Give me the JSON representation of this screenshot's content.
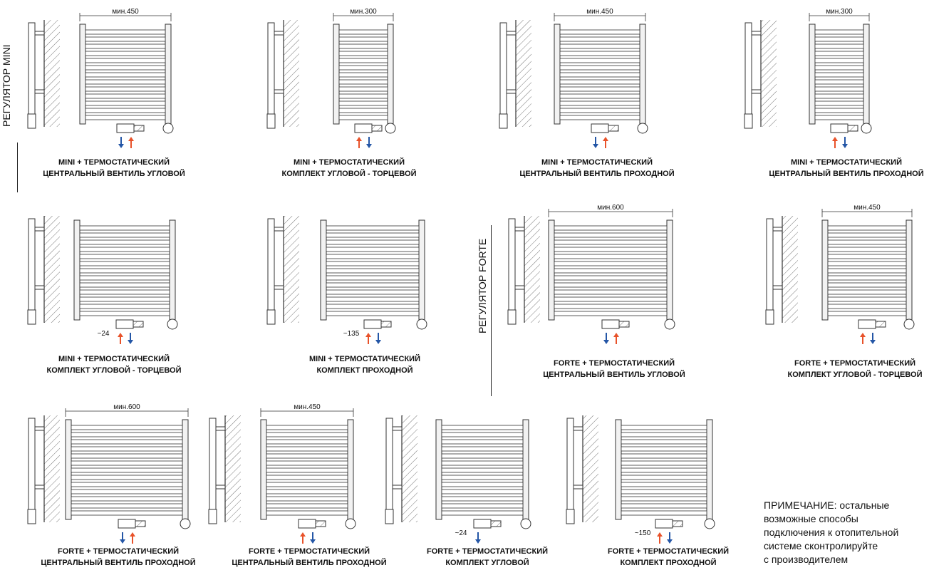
{
  "section_labels": {
    "mini": "РЕГУЛЯТОР MINI",
    "forte": "РЕГУЛЯТОР FORTE"
  },
  "diagrams": [
    {
      "dim": "мин.450",
      "caption": [
        "MINI + ТЕРМОСТАТИЧЕСКИЙ",
        "ЦЕНТРАЛЬНЫЙ ВЕНТИЛЬ УГЛОВОЙ"
      ],
      "arrows": [
        "down-blue",
        "up-red"
      ]
    },
    {
      "dim": "мин.300",
      "caption": [
        "MINI + ТЕРМОСТАТИЧЕСКИЙ",
        "КОМПЛЕКТ УГЛОВОЙ - ТОРЦЕВОЙ"
      ],
      "arrows": [
        "up-red",
        "down-blue"
      ]
    },
    {
      "dim": "мин.450",
      "caption": [
        "MINI + ТЕРМОСТАТИЧЕСКИЙ",
        "ЦЕНТРАЛЬНЫЙ ВЕНТИЛЬ ПРОХОДНОЙ"
      ],
      "arrows": [
        "down-blue",
        "up-red"
      ]
    },
    {
      "dim": "мин.300",
      "caption": [
        "MINI + ТЕРМОСТАТИЧЕСКИЙ",
        "ЦЕНТРАЛЬНЫЙ ВЕНТИЛЬ ПРОХОДНОЙ"
      ],
      "arrows": [
        "up-red",
        "down-blue"
      ]
    },
    {
      "dim": "",
      "offset": "~24",
      "caption": [
        "MINI + ТЕРМОСТАТИЧЕСКИЙ",
        "КОМПЛЕКТ УГЛОВОЙ - ТОРЦЕВОЙ"
      ],
      "arrows": [
        "up-red",
        "down-blue"
      ]
    },
    {
      "dim": "",
      "offset": "~135",
      "caption": [
        "MINI + ТЕРМОСТАТИЧЕСКИЙ",
        "КОМПЛЕКТ  ПРОХОДНОЙ"
      ],
      "arrows": [
        "up-red",
        "down-blue"
      ]
    },
    {
      "dim": "мин.600",
      "caption": [
        "FORTE + ТЕРМОСТАТИЧЕСКИЙ",
        "ЦЕНТРАЛЬНЫЙ ВЕНТИЛЬ УГЛОВОЙ"
      ],
      "arrows": [
        "down-blue",
        "up-red"
      ]
    },
    {
      "dim": "мин.450",
      "caption": [
        "FORTE + ТЕРМОСТАТИЧЕСКИЙ",
        "КОМПЛЕКТ УГЛОВОЙ - ТОРЦЕВОЙ"
      ],
      "arrows": [
        "up-red",
        "down-blue"
      ]
    },
    {
      "dim": "мин.600",
      "caption": [
        "FORTE + ТЕРМОСТАТИЧЕСКИЙ",
        "ЦЕНТРАЛЬНЫЙ ВЕНТИЛЬ ПРОХОДНОЙ"
      ],
      "arrows": [
        "down-blue",
        "up-red"
      ]
    },
    {
      "dim": "мин.450",
      "caption": [
        "FORTE + ТЕРМОСТАТИЧЕСКИЙ",
        "ЦЕНТРАЛЬНЫЙ ВЕНТИЛЬ ПРОХОДНОЙ"
      ],
      "arrows": [
        "up-red",
        "down-blue"
      ]
    },
    {
      "dim": "",
      "offset": "~24",
      "caption": [
        "FORTE + ТЕРМОСТАТИЧЕСКИЙ",
        "КОМПЛЕКТ УГЛОВОЙ"
      ],
      "arrows": [
        "down-blue"
      ]
    },
    {
      "dim": "",
      "offset": "~150",
      "caption": [
        "FORTE + ТЕРМОСТАТИЧЕСКИЙ",
        "КОМПЛЕКТ  ПРОХОДНОЙ"
      ],
      "arrows": [
        "up-red",
        "down-blue"
      ]
    }
  ],
  "note": [
    "ПРИМЕЧАНИЕ: остальные",
    "возможные способы",
    "подключения к отопительной",
    "системе сконтролируйте",
    "с производителем"
  ],
  "colors": {
    "supply": "#e8522a",
    "return": "#2456a6",
    "outline": "#333333",
    "radiator_fill": "#f2f2f2"
  }
}
